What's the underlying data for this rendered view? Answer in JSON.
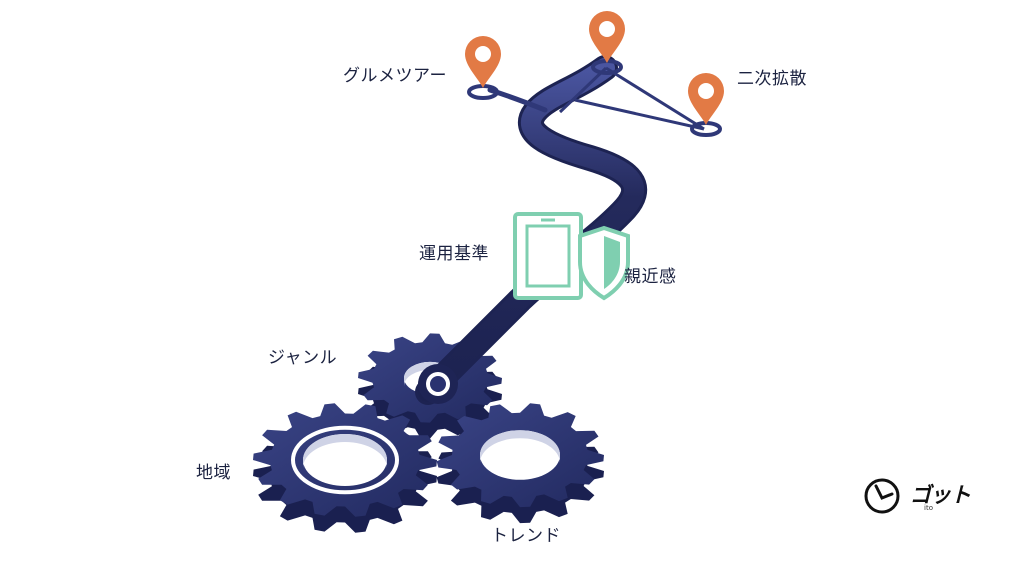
{
  "labels": {
    "gourmet_tour": "グルメツアー",
    "secondary_spread": "二次拡散",
    "operation_standard": "運用基準",
    "affinity": "親近感",
    "genre": "ジャンル",
    "region": "地域",
    "trend": "トレンド"
  },
  "logo": {
    "text": "ゴット",
    "sub": "ito"
  },
  "icons": [
    "map-pin-icon",
    "phone-frame-icon",
    "shield-icon",
    "gear-icon",
    "logo-clock-icon"
  ],
  "colors": {
    "path_dark": "#242a5c",
    "path_mid": "#3a4382",
    "pin_orange": "#e27a45",
    "teal_icon": "#7fcfb0",
    "gear_top": "#2c3570",
    "gear_side": "#1a2050",
    "text": "#1b2240"
  }
}
